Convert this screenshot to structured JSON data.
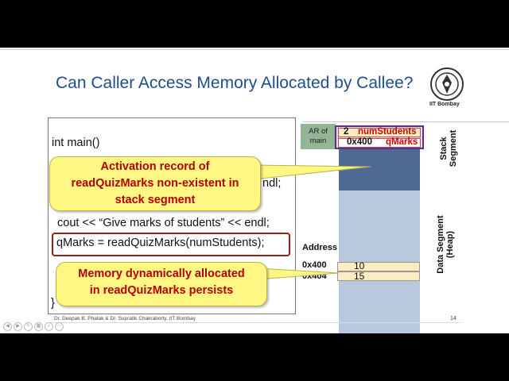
{
  "slide": {
    "title": "Can Caller Access Memory Allocated by Callee?",
    "logo_text": "IIT Bombay",
    "code": {
      "line_main": "int main()",
      "line_endl": "ndl;",
      "line_cout": "cout << “Give marks of students” << endl;",
      "line_qmarks": "qMarks = readQuizMarks(numStudents);",
      "line_close": "}"
    },
    "callouts": {
      "activation": [
        "Activation record of",
        "readQuizMarks non-existent in",
        "stack segment"
      ],
      "memory": [
        "Memory dynamically allocated",
        "in readQuizMarks persists"
      ]
    },
    "memory": {
      "ar_label": [
        "AR of",
        "main"
      ],
      "stack_rows": [
        {
          "value": "2",
          "name": "numStudents"
        },
        {
          "value": "0x400",
          "name": "qMarks"
        }
      ],
      "address_label": "Address",
      "heap_rows": [
        {
          "address": "0x400",
          "value": "10"
        },
        {
          "address": "0x404",
          "value": "15"
        }
      ],
      "stack_segment_label": [
        "Stack",
        "Segment"
      ],
      "data_segment_label": [
        "Data Segment",
        "(Heap)"
      ]
    },
    "footer": "Dr. Deepak B. Phatak & Dr. Supratik Chakraborty, IIT Bombay",
    "page_number": "14",
    "colors": {
      "title": "#1f4e8c",
      "callout_bg": "#fff784",
      "callout_text": "#b30000",
      "stack_dark": "#4f6a93",
      "stack_light": "#b9c9dd",
      "heap_cell": "#fdebc2"
    }
  }
}
